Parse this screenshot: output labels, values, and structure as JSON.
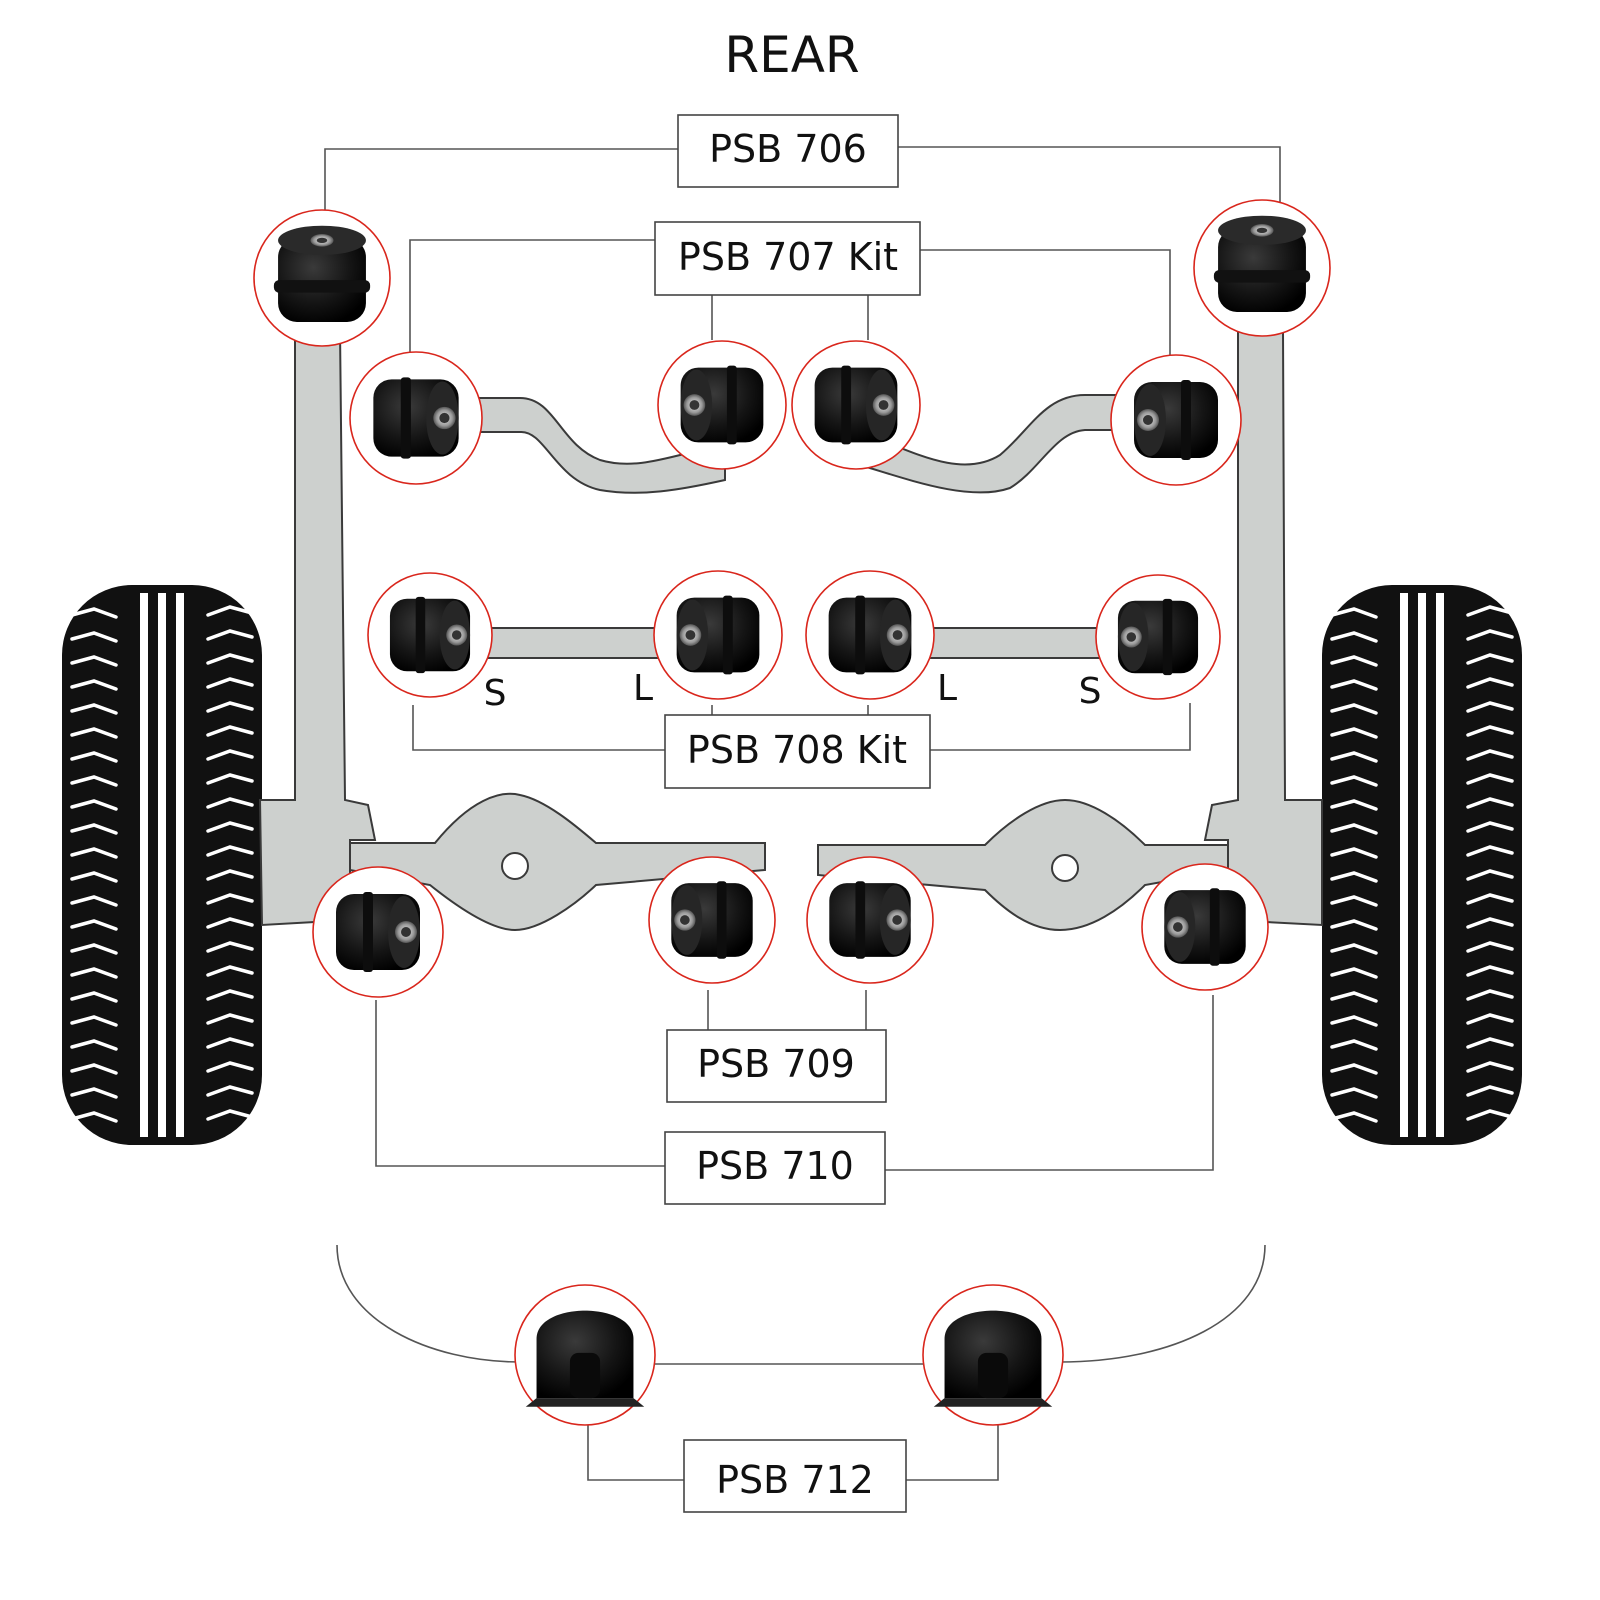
{
  "title": "REAR",
  "colors": {
    "frame": "#cdd0ce",
    "frame_stroke": "#3a3a3a",
    "bush_ring": "#d9261c",
    "bush_body": "#1a1a1a",
    "tyre": "#111111",
    "line": "#555555"
  },
  "labels": {
    "psb706": "PSB 706",
    "psb707": "PSB 707 Kit",
    "psb708": "PSB 708 Kit",
    "psb709": "PSB 709",
    "psb710": "PSB 710",
    "psb712": "PSB 712"
  },
  "markers": {
    "s_left": "S",
    "l_left": "L",
    "l_right": "L",
    "s_right": "S"
  },
  "icons": {
    "tyre": "tyre-icon",
    "bushing": "bushing-icon",
    "clamp_bushing": "clamp-bushing-icon"
  }
}
